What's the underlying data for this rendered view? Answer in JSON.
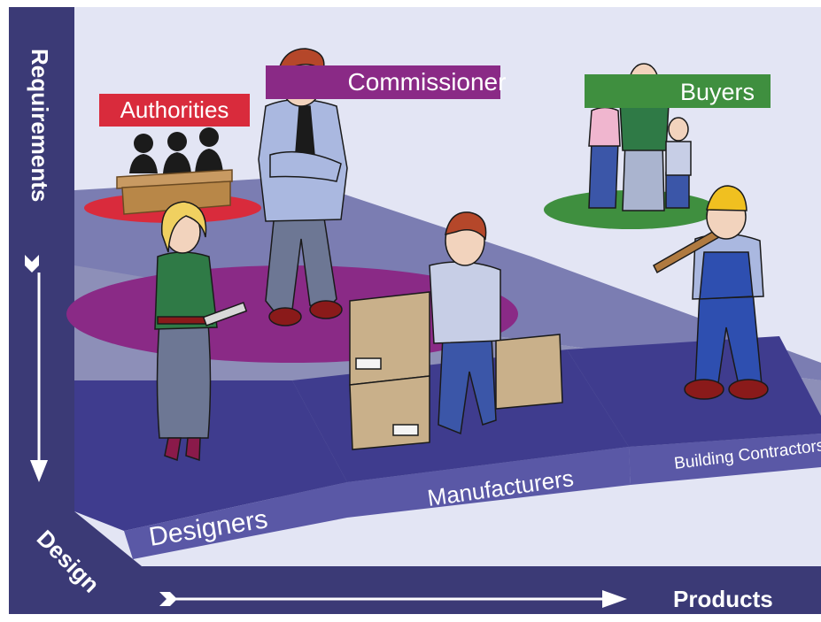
{
  "axes": {
    "vertical_label": "Requirements",
    "horizontal_label": "Products",
    "corner_label": "Design"
  },
  "roles": {
    "authorities": "Authorities",
    "commissioner": "Commissioner",
    "buyers": "Buyers",
    "designers": "Designers",
    "manufacturers": "Manufacturers",
    "building_contractors": "Building Contractors"
  },
  "colors": {
    "frame": "#3b3a76",
    "background": "#e3e5f4",
    "platform_top": "#3f3c8e",
    "platform_side": "#5a58a6",
    "authorities_tag": "#d92b3c",
    "commissioner_tag": "#8a2a86",
    "buyers_tag": "#3f8f3f"
  }
}
